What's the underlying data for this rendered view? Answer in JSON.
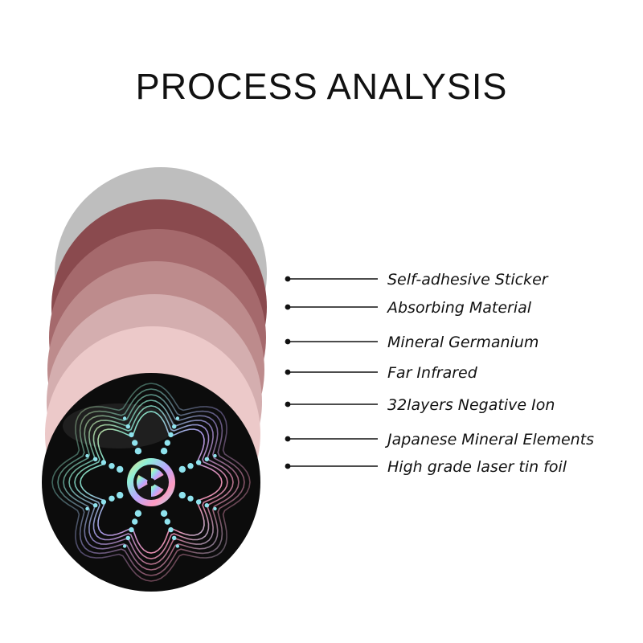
{
  "title": "PROCESS ANALYSIS",
  "layers": [
    {
      "label": "Self-adhesive Sticker",
      "color": "#bebebe"
    },
    {
      "label": "Absorbing Material",
      "color": "#8a4a4e"
    },
    {
      "label": "Mineral Germanium",
      "color": "#a5696c"
    },
    {
      "label": "Far Infrared",
      "color": "#bd8b8c"
    },
    {
      "label": "32layers Negative Ion",
      "color": "#d4aeaf"
    },
    {
      "label": "Japanese Mineral Elements",
      "color": "#ecc9c9"
    },
    {
      "label": "High grade laser tin foil",
      "color": "#0c0c0c"
    }
  ],
  "colors": {
    "line": "#111111",
    "foil_dots": "#8fe3ee",
    "foil_swirl": "#e8e0b0"
  }
}
